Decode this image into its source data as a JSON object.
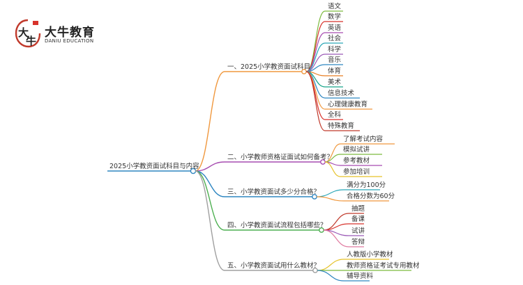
{
  "brand": {
    "name": "大牛教育",
    "subtitle": "DANIU EDUCATION",
    "mark_glyph": "大牛"
  },
  "root": {
    "label": "2025小学教资面试科目与内容"
  },
  "branches": [
    {
      "label": "一、2025小学教资面试科目",
      "color": "#f0983e",
      "children": [
        {
          "label": "语文",
          "color": "#7cba3d"
        },
        {
          "label": "数学",
          "color": "#d7322b"
        },
        {
          "label": "英语",
          "color": "#a64bb0"
        },
        {
          "label": "社会",
          "color": "#2aa7b8"
        },
        {
          "label": "科学",
          "color": "#9b59b6"
        },
        {
          "label": "音乐",
          "color": "#2e86c1"
        },
        {
          "label": "体育",
          "color": "#e67e22"
        },
        {
          "label": "美术",
          "color": "#17a589"
        },
        {
          "label": "信息技术",
          "color": "#2e86c1"
        },
        {
          "label": "心理健康教育",
          "color": "#f0983e"
        },
        {
          "label": "全科",
          "color": "#d7322b"
        },
        {
          "label": "特殊教育",
          "color": "#c0392b"
        }
      ]
    },
    {
      "label": "二、小学教师资格证面试如何备考？",
      "color": "#a64bb0",
      "children": [
        {
          "label": "了解考试内容",
          "color": "#f0983e"
        },
        {
          "label": "模拟试讲",
          "color": "#7cba3d"
        },
        {
          "label": "参考教材",
          "color": "#a64bb0"
        },
        {
          "label": "参加培训",
          "color": "#e6c229"
        }
      ]
    },
    {
      "label": "三、小学教资面试多少分合格？",
      "color": "#2e86c1",
      "children": [
        {
          "label": "满分为100分",
          "color": "#2aa7b8"
        },
        {
          "label": "合格分数为60分",
          "color": "#f0983e"
        }
      ]
    },
    {
      "label": "四、小学教资面试流程包括哪些？",
      "color": "#4caf50",
      "children": [
        {
          "label": "抽题",
          "color": "#c0392b"
        },
        {
          "label": "备课",
          "color": "#d7322b"
        },
        {
          "label": "试讲",
          "color": "#9b59b6"
        },
        {
          "label": "答辩",
          "color": "#e07aa0"
        }
      ]
    },
    {
      "label": "五、小学教资面试用什么教材？",
      "color": "#a0a0a0",
      "children": [
        {
          "label": "人教版小学教材",
          "color": "#e6c229"
        },
        {
          "label": "教师资格证考试专用教材",
          "color": "#7cba3d"
        },
        {
          "label": "辅导资料",
          "color": "#2e86c1"
        }
      ]
    }
  ]
}
